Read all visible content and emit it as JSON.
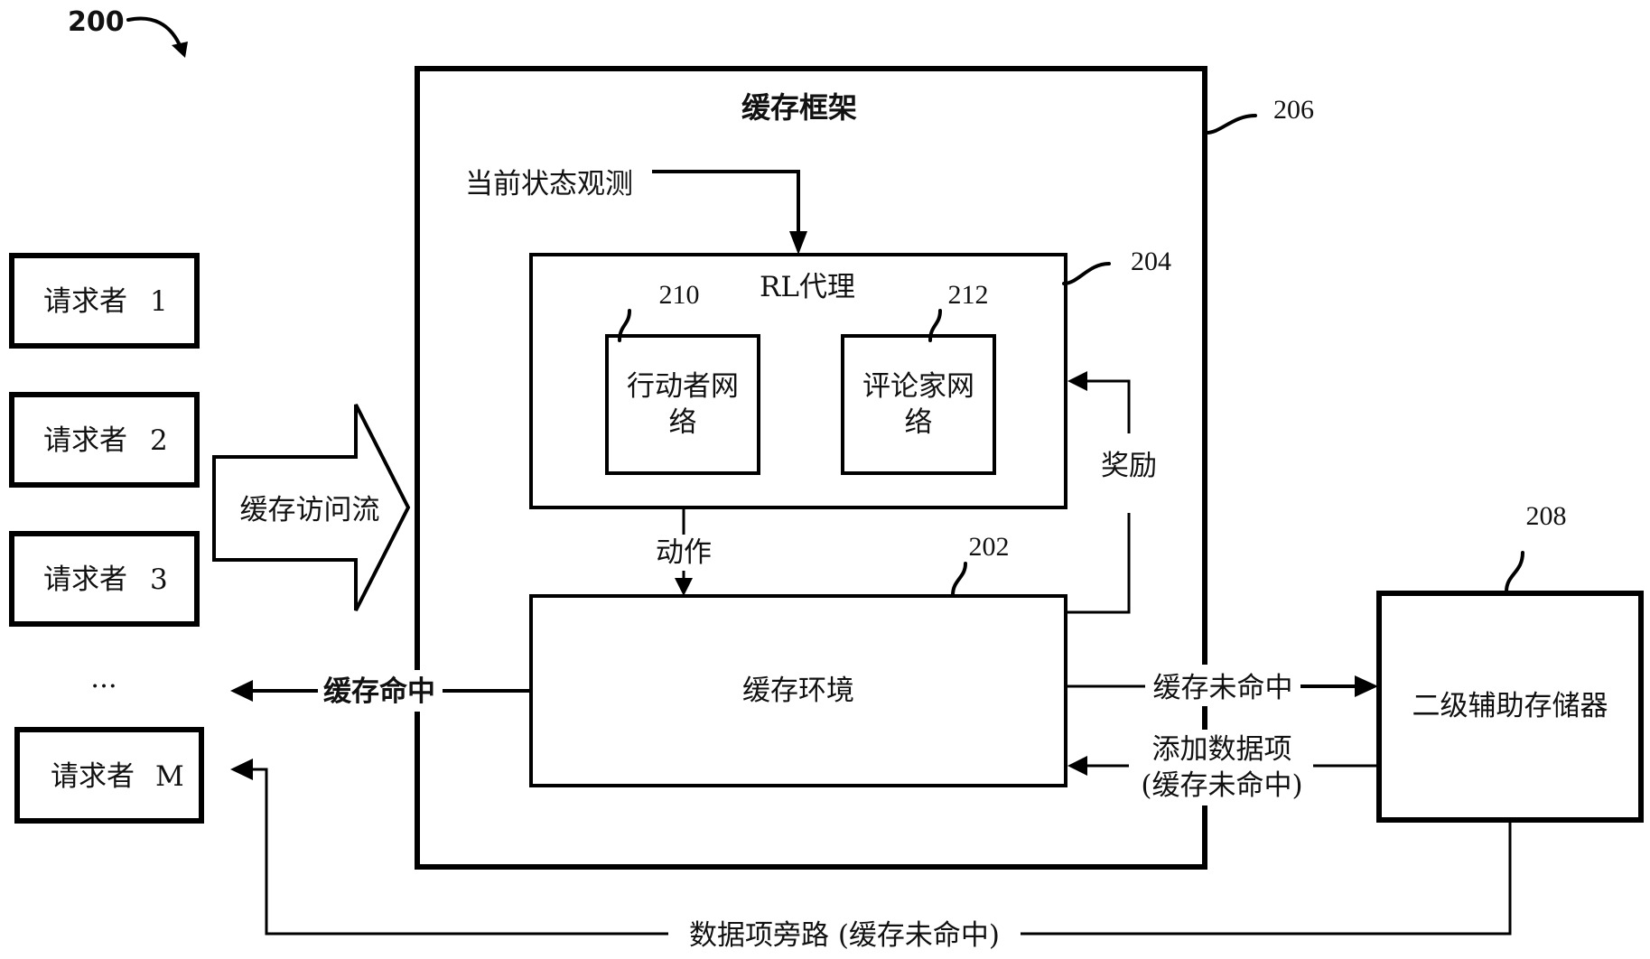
{
  "figure": {
    "number": "200",
    "framework": {
      "title": "缓存框架",
      "ref": "206"
    },
    "observation_label": "当前状态观测",
    "rl_agent": {
      "title": "RL代理",
      "ref": "204"
    },
    "actor": {
      "line1": "行动者网",
      "line2": "络",
      "ref": "210"
    },
    "critic": {
      "line1": "评论家网",
      "line2": "络",
      "ref": "212"
    },
    "action_label": "动作",
    "reward_label": "奖励",
    "environment": {
      "title": "缓存环境",
      "ref": "202"
    },
    "secondary_storage": {
      "title": "二级辅助存储器",
      "ref": "208"
    },
    "requesters": [
      {
        "label": "请求者",
        "id": "1"
      },
      {
        "label": "请求者",
        "id": "2"
      },
      {
        "label": "请求者",
        "id": "3"
      },
      {
        "label": "请求者",
        "id": "M"
      }
    ],
    "ellipsis": "···",
    "access_stream_label": "缓存访问流",
    "cache_hit_label": "缓存命中",
    "cache_miss_label": "缓存未命中",
    "add_item_line1": "添加数据项",
    "add_item_line2": "(缓存未命中)",
    "bypass_label": "数据项旁路 (缓存未命中)"
  }
}
